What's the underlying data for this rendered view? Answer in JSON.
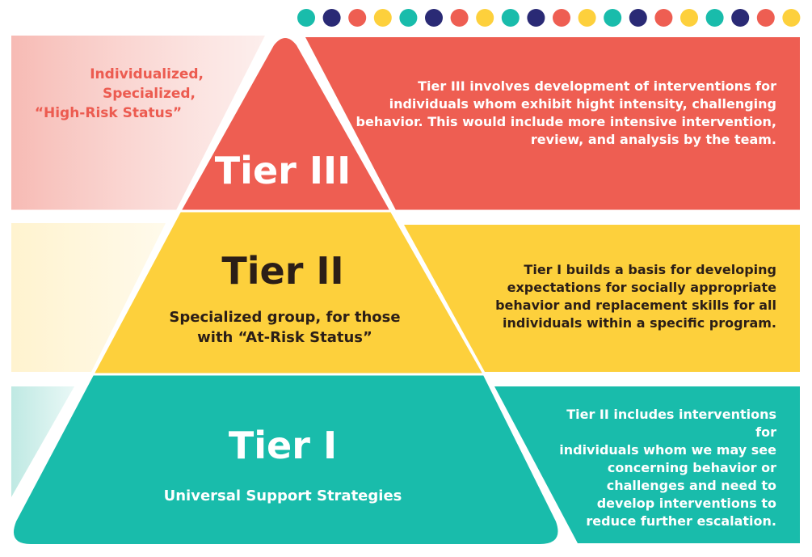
{
  "colors": {
    "red": "#ee5e52",
    "yellow": "#fdd03c",
    "teal": "#19bcab",
    "navy": "#2a2a75",
    "dark_text": "#2b1e17"
  },
  "dots": [
    "teal",
    "navy",
    "red",
    "yellow",
    "teal",
    "navy",
    "red",
    "yellow",
    "teal",
    "navy",
    "red",
    "yellow",
    "teal",
    "navy",
    "red",
    "yellow",
    "teal",
    "navy",
    "red",
    "yellow"
  ],
  "tier3": {
    "title": "Tier III",
    "side_note": [
      "Individualized,",
      "Specialized,",
      "“High-Risk Status”"
    ],
    "description": [
      "Tier III involves development of interventions for",
      "individuals whom exhibit hight intensity, challenging",
      "behavior. This would include more intensive intervention,",
      "review, and analysis by the team."
    ]
  },
  "tier2": {
    "title": "Tier II",
    "subtitle": [
      "Specialized group, for those",
      "with “At-Risk Status”"
    ],
    "description": [
      "Tier I builds a basis for developing",
      "expectations for socially appropriate",
      "behavior and replacement skills for all",
      "individuals within a specific program."
    ]
  },
  "tier1": {
    "title": "Tier I",
    "subtitle": "Universal Support Strategies",
    "description": [
      "Tier II includes interventions for",
      "individuals whom we may see",
      "concerning behavior or",
      "challenges and need to",
      "develop interventions to",
      "reduce further escalation."
    ]
  }
}
